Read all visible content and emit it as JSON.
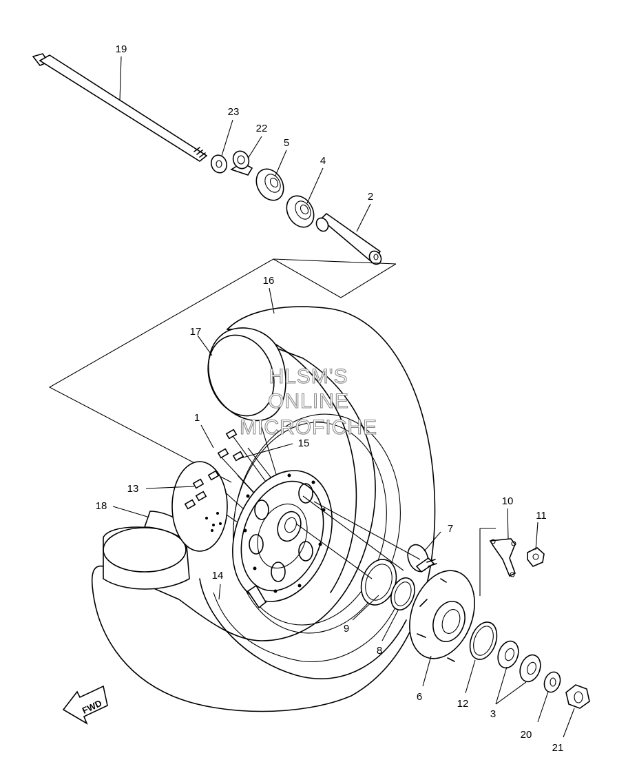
{
  "callouts": {
    "c1": "1",
    "c2": "2",
    "c3": "3",
    "c4": "4",
    "c5": "5",
    "c6": "6",
    "c7": "7",
    "c8": "8",
    "c9": "9",
    "c10": "10",
    "c11": "11",
    "c12": "12",
    "c13": "13",
    "c14": "14",
    "c15": "15",
    "c16": "16",
    "c17": "17",
    "c18": "18",
    "c19": "19",
    "c20": "20",
    "c21": "21",
    "c22": "22",
    "c23": "23"
  },
  "watermark": {
    "line1": "HLSM'S",
    "line2": "ONLINE",
    "line3": "MICROFICHE"
  },
  "direction_label": "FWD"
}
